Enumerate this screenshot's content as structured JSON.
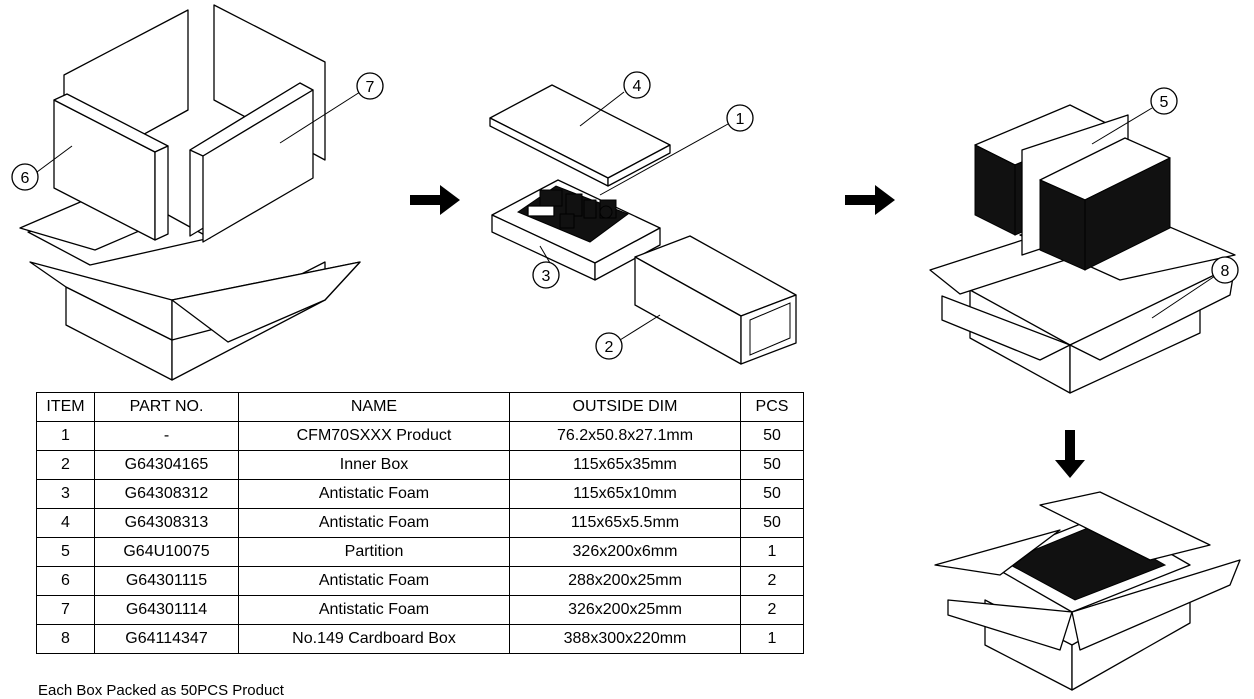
{
  "callouts": [
    "1",
    "2",
    "3",
    "4",
    "5",
    "6",
    "7",
    "8"
  ],
  "table": {
    "headers": [
      "ITEM",
      "PART NO.",
      "NAME",
      "OUTSIDE DIM",
      "PCS"
    ],
    "rows": [
      [
        "1",
        "-",
        "CFM70SXXX Product",
        "76.2x50.8x27.1mm",
        "50"
      ],
      [
        "2",
        "G64304165",
        "Inner Box",
        "115x65x35mm",
        "50"
      ],
      [
        "3",
        "G64308312",
        "Antistatic Foam",
        "115x65x10mm",
        "50"
      ],
      [
        "4",
        "G64308313",
        "Antistatic Foam",
        "115x65x5.5mm",
        "50"
      ],
      [
        "5",
        "G64U10075",
        "Partition",
        "326x200x6mm",
        "1"
      ],
      [
        "6",
        "G64301115",
        "Antistatic Foam",
        "288x200x25mm",
        "2"
      ],
      [
        "7",
        "G64301114",
        "Antistatic Foam",
        "326x200x25mm",
        "2"
      ],
      [
        "8",
        "G64114347",
        "No.149 Cardboard Box",
        "388x300x220mm",
        "1"
      ]
    ]
  },
  "footnote": "Each Box Packed as 50PCS Product"
}
